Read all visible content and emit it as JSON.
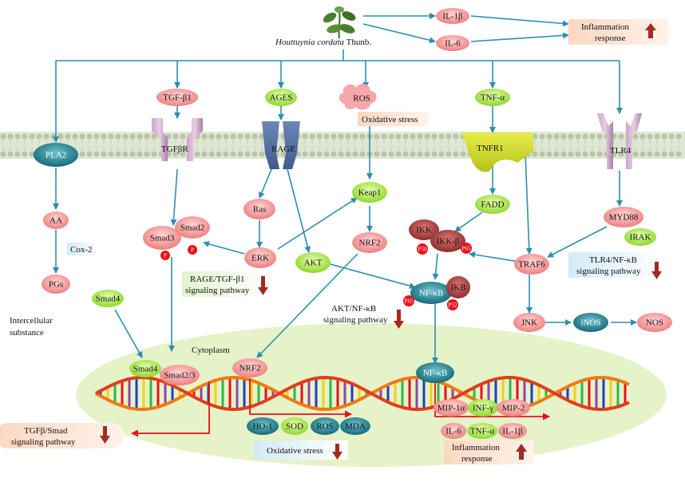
{
  "plant": {
    "name_italic": "Houttuynia cordata",
    "name_suffix": "Thunb."
  },
  "top": {
    "il1b": "IL-1β",
    "il6": "IL-6",
    "inflammation": "Inflammation",
    "response": "response"
  },
  "receptors": {
    "tgfb1": "TGF-β1",
    "tgfbr": "TGFβR",
    "ages": "AGES",
    "rage": "RAGE",
    "ros": "ROS",
    "oxstress": "Oxidative stress",
    "tnfa": "TNF-α",
    "tnfr1": "TNFR1",
    "tlr4": "TLR4",
    "pla2": "PLA2"
  },
  "nodes": {
    "aa": "AA",
    "cox2": "Cox-2",
    "pgs": "PGs",
    "smad4": "Smad4",
    "smad3": "Smad3",
    "smad2": "Smad2",
    "p": "P",
    "ras": "Ras",
    "erk": "ERK",
    "akt": "AKT",
    "keap1": "Keap1",
    "nrf2": "NRF2",
    "fadd": "FADD",
    "ikk": "IKK",
    "ikkb": "IKK-β",
    "p50": "P50",
    "p65": "P65",
    "nfkb": "NF-κB",
    "ikb": "IKB",
    "traf6": "TRAF6",
    "myd88": "MYD88",
    "irak": "IRAK",
    "jnk": "JNK",
    "inos": "iNOS",
    "nos": "NOS"
  },
  "pathways": {
    "rage": [
      "RAGE/TGF-β1",
      "signaling pathway"
    ],
    "aktnfkb": [
      "AKT/NF-κB",
      "signaling pathway"
    ],
    "tlr4": [
      "TLR4/NF-κB",
      "signaling pathway"
    ],
    "tgfsmad": [
      "TGFβ/Smad",
      "signaling pathway"
    ]
  },
  "regions": {
    "intercellular": [
      "Intercellular",
      "substance"
    ],
    "cytoplasm": "Cytoplasm"
  },
  "nucleus": {
    "smad4": "Smad4",
    "smad23": "Smad2/3",
    "nrf2": "NRF2",
    "nfkb": "NF-κB",
    "ho1": "HO-1",
    "sod": "SOD",
    "ros": "ROS",
    "mda": "MDA",
    "oxstress": "Oxidative stress",
    "mip1a": "MIP-1α",
    "infg": "INF-γ",
    "mip2": "MIP-2",
    "il6": "IL-6",
    "tnfa": "TNF-α",
    "il1b": "IL-1β",
    "inflammation": "Inflammation",
    "response": "response"
  },
  "colors": {
    "arrow": "#2b8fb0",
    "pink": "#f08c8c",
    "green": "#9be03b",
    "teal": "#1d7f8c",
    "darkred": "#8e2b2b",
    "red": "#e8101b",
    "membrane": "#cfd9c0",
    "nucleus": "#e6f2c8"
  }
}
